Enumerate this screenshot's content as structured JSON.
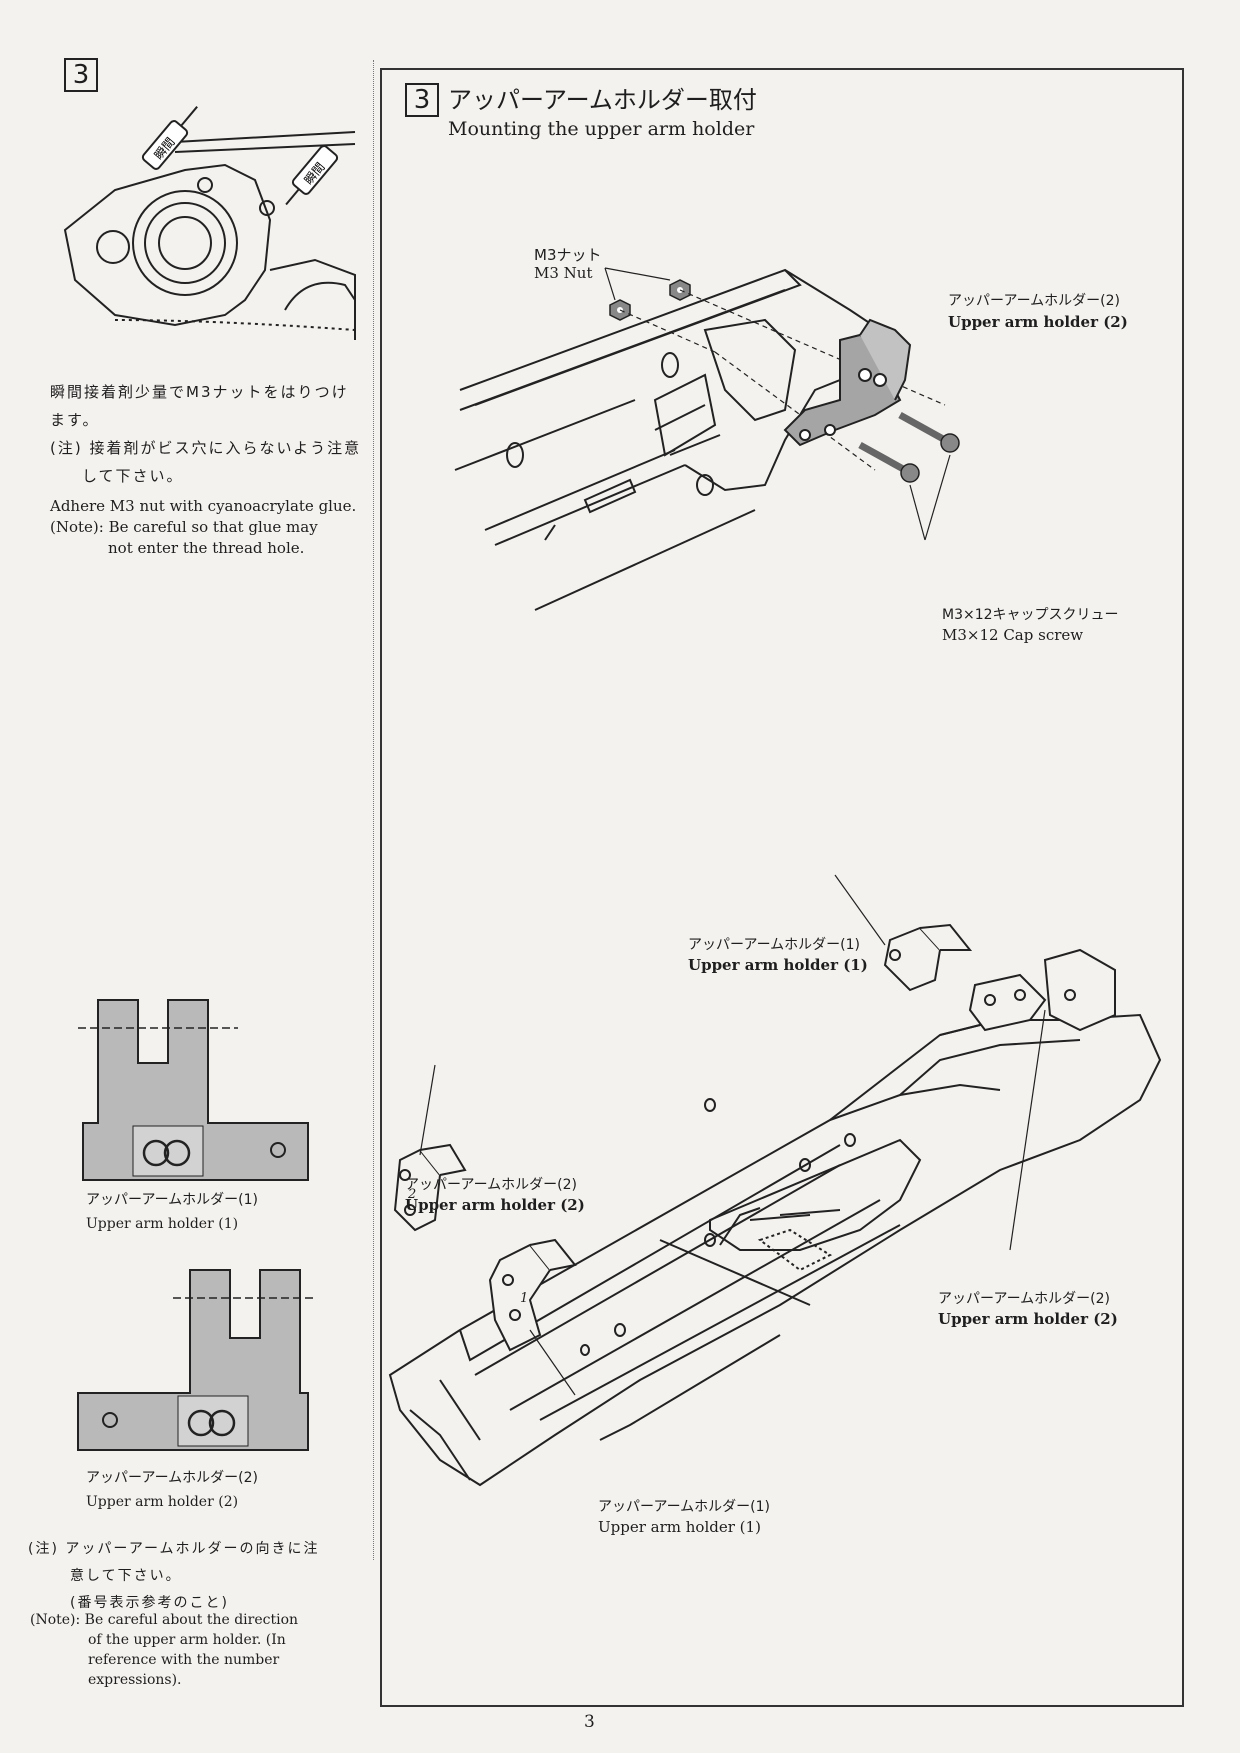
{
  "sidebar": {
    "step_number": "3",
    "glue_tag_label": "瞬間",
    "top_note": {
      "jp_line1": "瞬間接着剤少量でM3ナットをはりつけ",
      "jp_line2": "ます。",
      "jp_note_line1": "(注) 接着剤がビス穴に入らないよう注意",
      "jp_note_line2": "して下さい。",
      "en_line1": "Adhere M3 nut with cyanoacrylate glue.",
      "en_line2": "(Note): Be careful so that glue may",
      "en_line3": "not enter the thread hole."
    },
    "holder1": {
      "label_jp": "アッパーアームホルダー(1)",
      "label_en": "Upper arm holder (1)"
    },
    "holder2": {
      "label_jp": "アッパーアームホルダー(2)",
      "label_en": "Upper arm holder (2)"
    },
    "bottom_note": {
      "jp_line1": "(注) アッパーアームホルダーの向きに注",
      "jp_line2": "意して下さい。",
      "jp_line3": "(番号表示参考のこと)",
      "en_line1": "(Note): Be careful about the direction",
      "en_line2": "of the upper arm holder. (In",
      "en_line3": "reference with the number",
      "en_line4": "expressions)."
    }
  },
  "main": {
    "step_number": "3",
    "title_jp": "アッパーアームホルダー取付",
    "title_en": "Mounting the upper arm holder",
    "callouts": {
      "m3_nut_jp": "M3ナット",
      "m3_nut_en": "M3 Nut",
      "holder2_top_jp": "アッパーアームホルダー(2)",
      "holder2_top_en": "Upper arm holder (2)",
      "cap_screw_jp": "M3×12キャップスクリュー",
      "cap_screw_en": "M3×12 Cap screw",
      "holder1_upper_jp": "アッパーアームホルダー(1)",
      "holder1_upper_en": "Upper arm holder (1)",
      "holder2_left_jp": "アッパーアームホルダー(2)",
      "holder2_left_en": "Upper arm holder (2)",
      "holder2_right_jp": "アッパーアームホルダー(2)",
      "holder2_right_en": "Upper arm holder (2)",
      "holder1_lower_jp": "アッパーアームホルダー(1)",
      "holder1_lower_en": "Upper arm holder (1)"
    },
    "part_numbers": [
      "1",
      "2"
    ]
  },
  "page_number": "3"
}
